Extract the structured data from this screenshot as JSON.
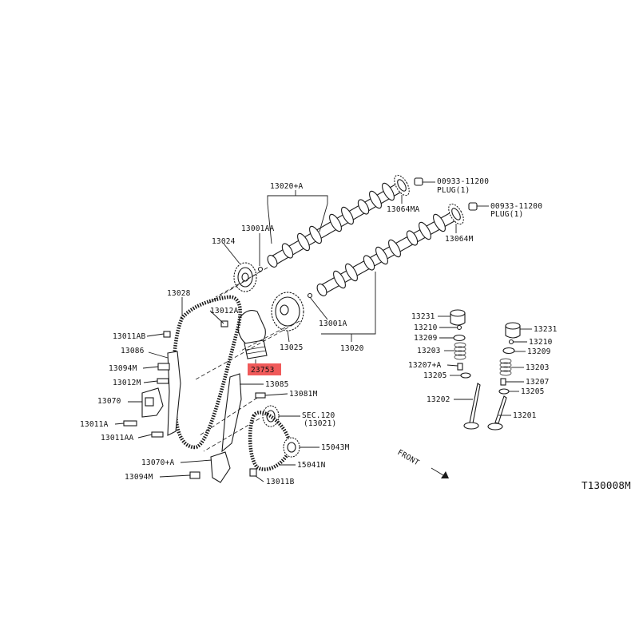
{
  "callouts": {
    "c13020A": "13020+A",
    "c00933_1": "00933-11200",
    "c00933_1_sub": "PLUG(1)",
    "c00933_2": "00933-11200",
    "c00933_2_sub": "PLUG(1)",
    "c13064MA": "13064MA",
    "c13064M": "13064M",
    "c13001AA": "13001AA",
    "c13024": "13024",
    "c13028": "13028",
    "c13012A": "13012A",
    "c13011AB": "13011AB",
    "c13086": "13086",
    "c13094M_top": "13094M",
    "c13012M": "13012M",
    "c13070": "13070",
    "c13011A": "13011A",
    "c13011AA": "13011AA",
    "c13070A": "13070+A",
    "c13094M_bot": "13094M",
    "c23753": "23753",
    "c13085": "13085",
    "c13081M": "13081M",
    "c13025": "13025",
    "c13001A": "13001A",
    "c13020": "13020",
    "cSEC120": "SEC.120",
    "cSEC120_sub": "(13021)",
    "c15043M": "15043M",
    "c15041N": "15041N",
    "c13011B": "13011B",
    "c13231_L": "13231",
    "c13210_L": "13210",
    "c13209_L": "13209",
    "c13203_L": "13203",
    "c13207A": "13207+A",
    "c13205_L": "13205",
    "c13202": "13202",
    "c13231_R": "13231",
    "c13210_R": "13210",
    "c13209_R": "13209",
    "c13203_R": "13203",
    "c13207": "13207",
    "c13205_R": "13205",
    "c13201": "13201",
    "front": "FRONT",
    "figure_code": "T130008M"
  },
  "colors": {
    "highlight": "#f05a5a",
    "line": "#1a1a1a",
    "background": "#ffffff"
  }
}
